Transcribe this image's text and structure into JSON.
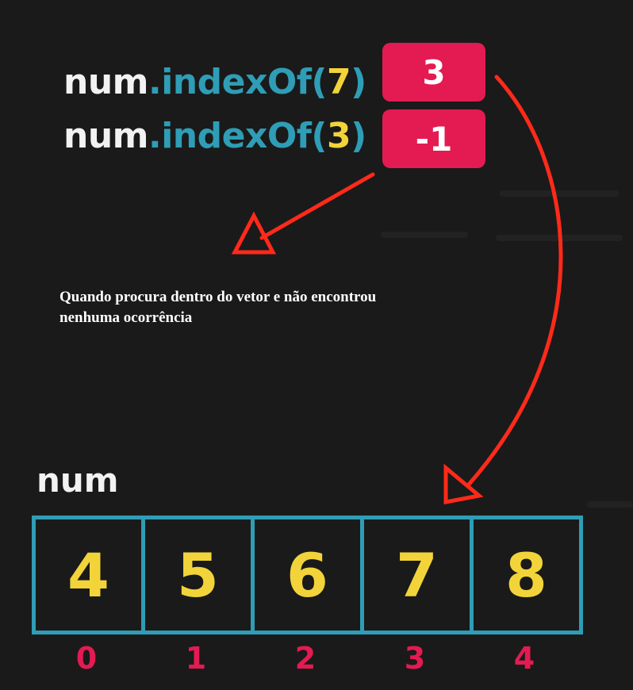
{
  "calls": [
    {
      "object": "num",
      "dot": ".",
      "method": "indexOf",
      "open": "(",
      "arg": "7",
      "close": ")",
      "result": "3"
    },
    {
      "object": "num",
      "dot": ".",
      "method": "indexOf",
      "open": "(",
      "arg": "3",
      "close": ")",
      "result": "-1"
    }
  ],
  "note": "Quando procura dentro do vetor e não encontrou nenhuma ocorrência",
  "array": {
    "name": "num",
    "values": [
      "4",
      "5",
      "6",
      "7",
      "8"
    ],
    "indices": [
      "0",
      "1",
      "2",
      "3",
      "4"
    ]
  },
  "colors": {
    "background": "#1a1a1a",
    "accent_red": "#e31b52",
    "arrow_red": "#ff2a1a",
    "teal": "#2f9db6",
    "yellow": "#f2d43a"
  }
}
